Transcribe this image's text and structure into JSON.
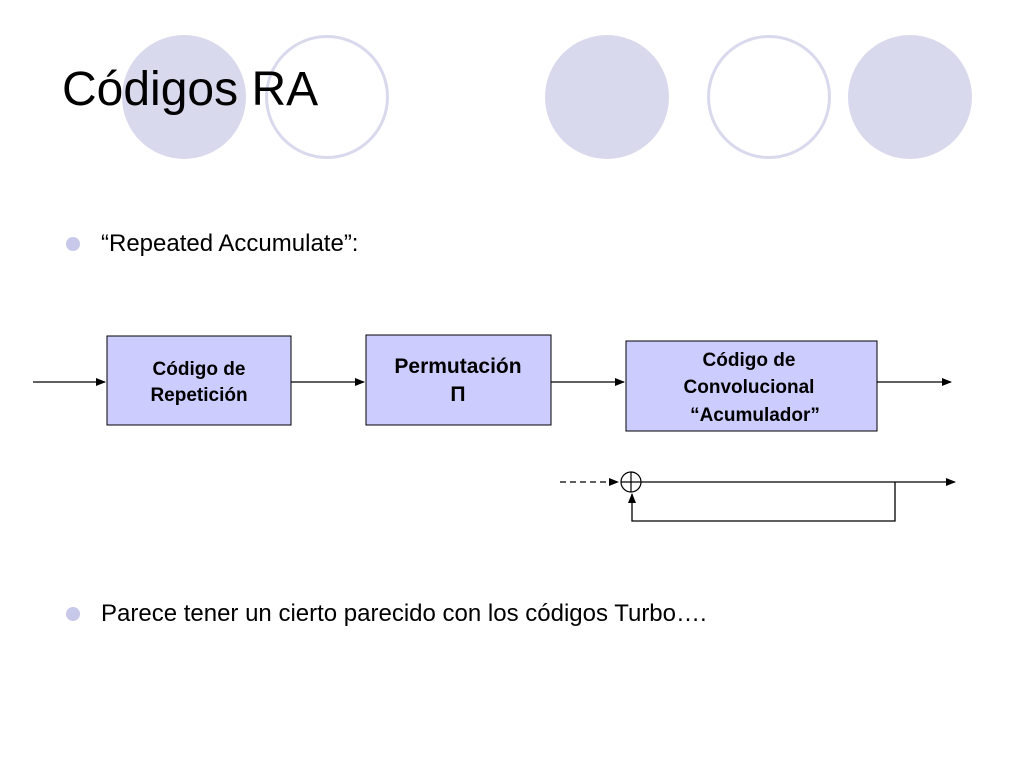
{
  "slide": {
    "title": "Códigos RA",
    "bullets": [
      "“Repeated Accumulate”:",
      "Parece tener un cierto parecido con los códigos Turbo…."
    ]
  },
  "diagram": {
    "blocks": [
      {
        "id": "repeticion",
        "lines": [
          "Código de",
          "Repetición"
        ]
      },
      {
        "id": "permutacion",
        "lines": [
          "Permutación",
          "Π"
        ]
      },
      {
        "id": "acumulador",
        "lines": [
          "Código de",
          "Convolucional",
          "“Acumulador”"
        ]
      }
    ],
    "accumulator_symbol": "⊕"
  },
  "colors": {
    "block_fill": "#ccccff",
    "decor_circle": "#d9d9ed",
    "bullet": "#c8c8ea"
  }
}
